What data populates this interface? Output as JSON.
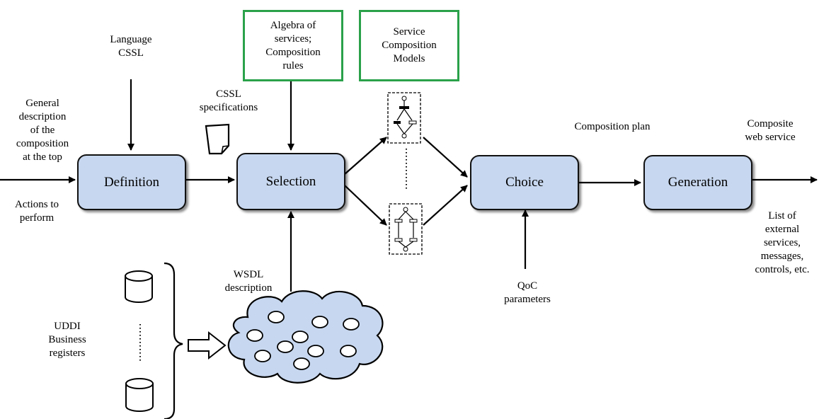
{
  "nodes": {
    "definition": "Definition",
    "selection": "Selection",
    "choice": "Choice",
    "generation": "Generation"
  },
  "boxes": {
    "algebra": [
      "Algebra of",
      "services;",
      "Composition",
      "rules"
    ],
    "models": [
      "Service",
      "Composition",
      "Models"
    ]
  },
  "labels": {
    "language": [
      "Language",
      "CSSL"
    ],
    "general": [
      "General",
      "description",
      "of the",
      "composition",
      "at the top"
    ],
    "actions": [
      "Actions to",
      "perform"
    ],
    "cssl_spec": [
      "CSSL",
      "specifications"
    ],
    "wsdl": [
      "WSDL",
      "description"
    ],
    "uddi": [
      "UDDI",
      "Business",
      "registers"
    ],
    "composition_plan": "Composition plan",
    "qoc": [
      "QoC",
      "parameters"
    ],
    "composite": [
      "Composite",
      "web service"
    ],
    "external": [
      "List of",
      "external",
      "services,",
      "messages,",
      "controls, etc."
    ]
  },
  "colors": {
    "node_fill": "#c7d7ef",
    "box_border": "#2aa14a",
    "cloud_fill": "#c7d7ef"
  }
}
